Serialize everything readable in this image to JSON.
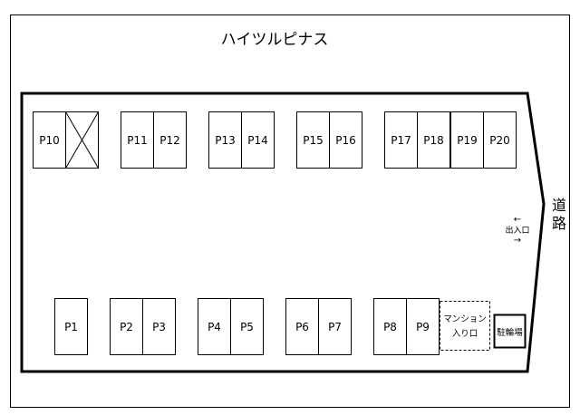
{
  "title": "ハイツルピナス",
  "road_label": [
    "道",
    "路"
  ],
  "exit": {
    "label": "出入口",
    "arrow_left": "←",
    "arrow_right": "→"
  },
  "entrance": [
    "マンション",
    "入り口"
  ],
  "bicycle_parking": "駐輪場",
  "top_row": [
    {
      "label": "P10",
      "unavailable": false
    },
    {
      "label": "",
      "unavailable": true
    },
    {
      "label": "P11",
      "unavailable": false
    },
    {
      "label": "P12",
      "unavailable": false
    },
    {
      "label": "P13",
      "unavailable": false
    },
    {
      "label": "P14",
      "unavailable": false
    },
    {
      "label": "P15",
      "unavailable": false
    },
    {
      "label": "P16",
      "unavailable": false
    },
    {
      "label": "P17",
      "unavailable": false
    },
    {
      "label": "P18",
      "unavailable": false
    },
    {
      "label": "P19",
      "unavailable": false
    },
    {
      "label": "P20",
      "unavailable": false
    }
  ],
  "bottom_row": [
    {
      "label": "P1"
    },
    {
      "label": "P2"
    },
    {
      "label": "P3"
    },
    {
      "label": "P4"
    },
    {
      "label": "P5"
    },
    {
      "label": "P6"
    },
    {
      "label": "P7"
    },
    {
      "label": "P8"
    },
    {
      "label": "P9"
    }
  ]
}
